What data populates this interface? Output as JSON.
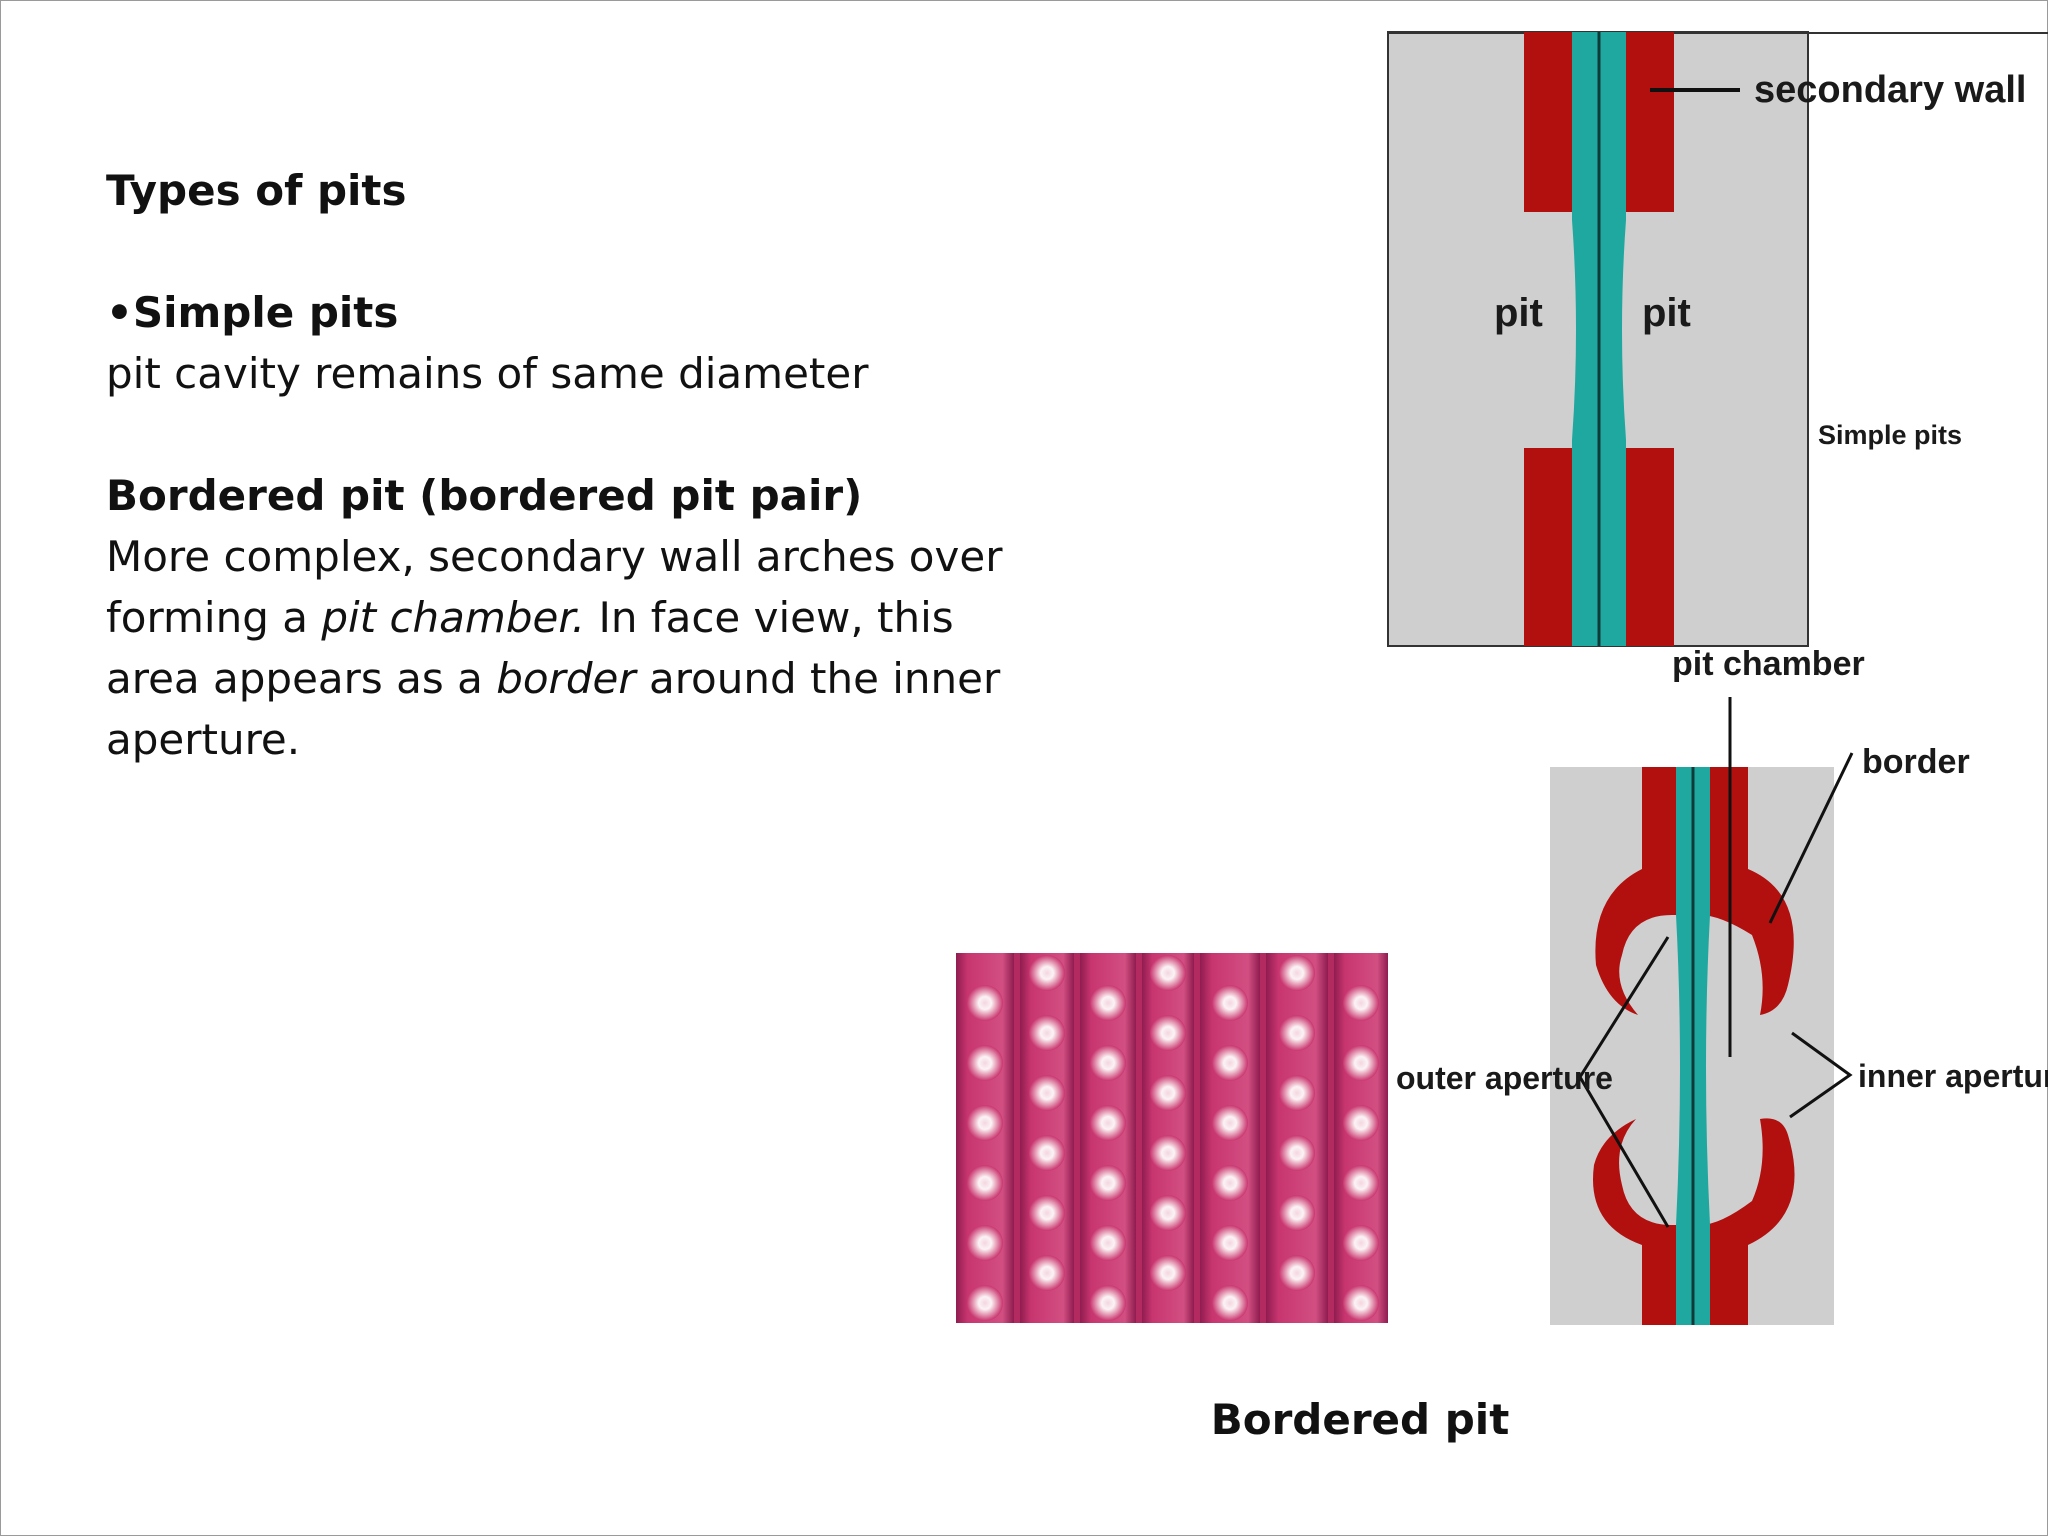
{
  "slide": {
    "heading": "Types of pits",
    "simple": {
      "title": "•Simple pits",
      "desc": "pit cavity remains of same diameter"
    },
    "bordered": {
      "title": "Bordered pit (bordered pit pair)",
      "desc_1": "More complex, secondary wall arches over",
      "desc_2a": "forming a ",
      "desc_2b": "pit chamber.",
      "desc_2c": " In face view, this",
      "desc_3a": "area appears as a ",
      "desc_3b": "border",
      "desc_3c": " around the inner",
      "desc_4": "aperture."
    },
    "caption": "Bordered pit"
  },
  "simple_diagram": {
    "label_secondary_wall": "secondary wall",
    "label_pit_left": "pit",
    "label_pit_right": "pit",
    "label_title": "Simple pits"
  },
  "bordered_diagram": {
    "label_pit_chamber": "pit chamber",
    "label_border": "border",
    "label_outer_aperture": "outer aperture",
    "label_inner_aperture": "inner aperture"
  },
  "colors": {
    "wall": "#b20f0f",
    "membrane": "#1fa8a0",
    "background_gray": "#cfcfcf",
    "micrograph_pink": "#c8356f"
  }
}
